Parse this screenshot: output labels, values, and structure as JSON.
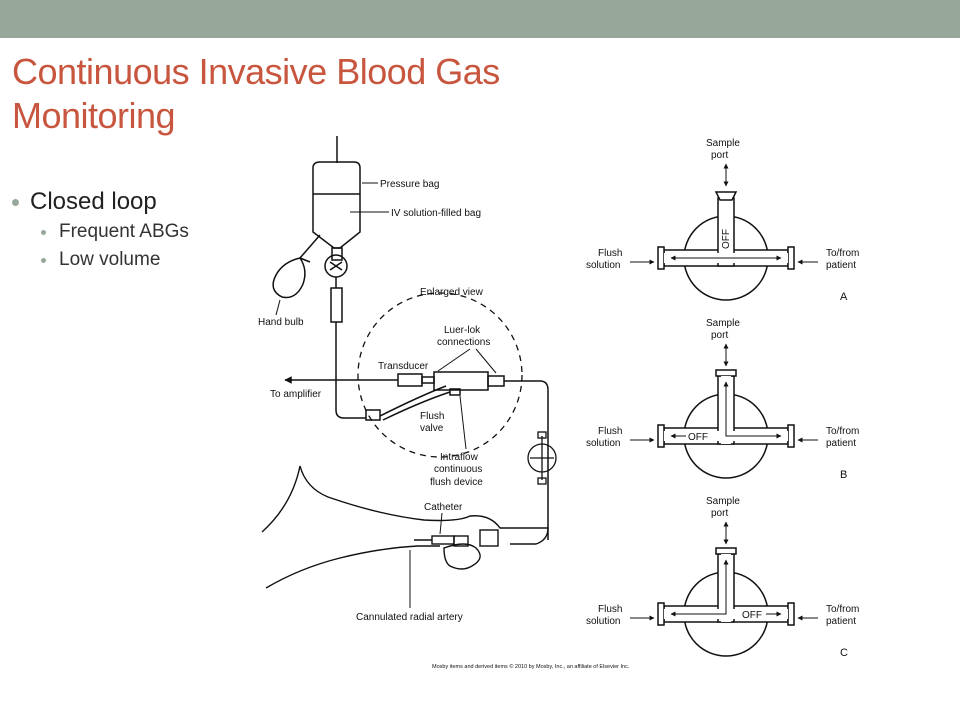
{
  "slide": {
    "title_line1": "Continuous Invasive Blood Gas",
    "title_line2": "Monitoring",
    "bullets": [
      {
        "text": "Closed loop",
        "level": 1
      },
      {
        "text": "Frequent ABGs",
        "level": 2
      },
      {
        "text": "Low volume",
        "level": 2
      }
    ]
  },
  "figure": {
    "labels": {
      "pressure_bag": "Pressure bag",
      "iv_bag": "IV solution-filled bag",
      "hand_bulb": "Hand bulb",
      "enlarged_view": "Enlarged view",
      "luer_lok_1": "Luer-lok",
      "luer_lok_2": "connections",
      "transducer": "Transducer",
      "to_amplifier": "To amplifier",
      "flush_valve_1": "Flush",
      "flush_valve_2": "valve",
      "intraflow_1": "Intraflow",
      "intraflow_2": "continuous",
      "intraflow_3": "flush device",
      "catheter": "Catheter",
      "radial_artery": "Cannulated radial artery",
      "sample_1": "Sample",
      "sample_2": "port",
      "flush_sol_1": "Flush",
      "flush_sol_2": "solution",
      "to_from_1": "To/from",
      "to_from_2": "patient",
      "off": "OFF",
      "panel_a": "A",
      "panel_b": "B",
      "panel_c": "C",
      "copyright": "Mosby items and derived items © 2010 by Mosby, Inc., an affiliate of Elsevier Inc."
    }
  },
  "colors": {
    "title": "#c8553d",
    "band": "#97a89b",
    "bullet": "#97a89b"
  }
}
